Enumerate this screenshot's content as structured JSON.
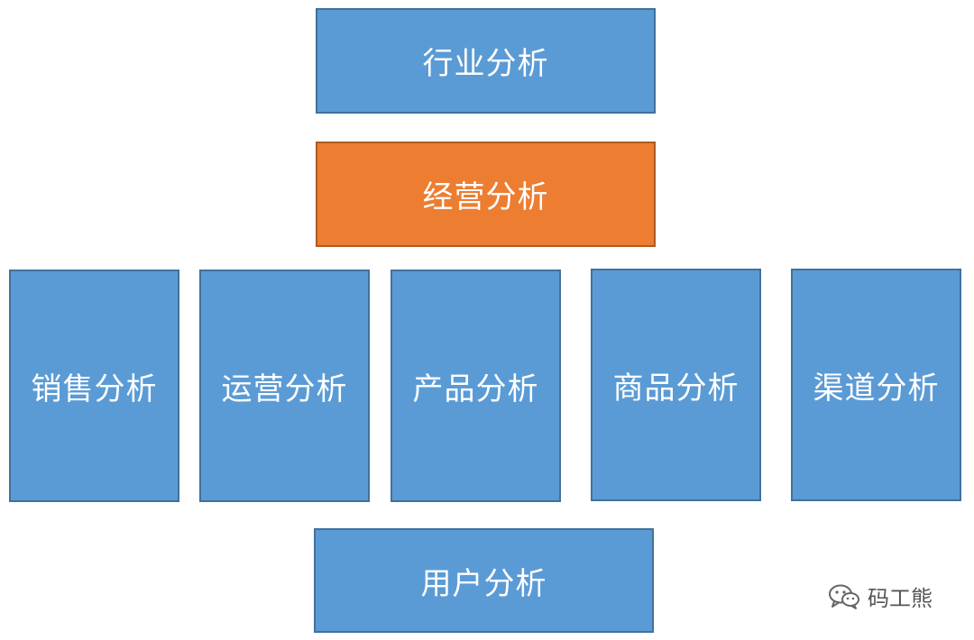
{
  "diagram": {
    "top": "行业分析",
    "core": "经营分析",
    "modules": [
      "销售分析",
      "运营分析",
      "产品分析",
      "商品分析",
      "渠道分析"
    ],
    "bottom": "用户分析"
  },
  "watermark": {
    "text": "码工熊",
    "icon": "wechat-icon"
  },
  "colors": {
    "box_fill": "#5b9bd5",
    "core_fill": "#ed7d31",
    "text": "#ffffff"
  }
}
